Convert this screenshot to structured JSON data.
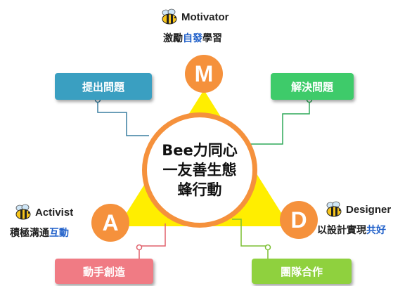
{
  "roles": {
    "top": {
      "letter": "M",
      "name": "Motivator",
      "desc_plain": "激勵",
      "desc_hl": "自發",
      "desc_tail": "學習",
      "icon": "bee-icon"
    },
    "left": {
      "letter": "A",
      "name": "Activist",
      "desc_plain": "積極溝通",
      "desc_hl": "互動",
      "desc_tail": "",
      "icon": "bee-icon"
    },
    "right": {
      "letter": "D",
      "name": "Designer",
      "desc_plain": "以設計實現",
      "desc_hl": "共好",
      "desc_tail": "",
      "icon": "bee-icon"
    }
  },
  "center": {
    "line1": "Bee力同心",
    "line2": "一友善生態",
    "line3": "蜂行動"
  },
  "boxes": {
    "top_left": {
      "label": "提出問題",
      "color": "#3a9fc1"
    },
    "top_right": {
      "label": "解決問題",
      "color": "#3ecb6a"
    },
    "bottom_left": {
      "label": "動手創造",
      "color": "#f07b84"
    },
    "bottom_right": {
      "label": "團隊合作",
      "color": "#8fd13e"
    }
  },
  "colors": {
    "triangle": "#ffee00",
    "accent": "#f5913c",
    "highlight": "#1f5fc9"
  }
}
